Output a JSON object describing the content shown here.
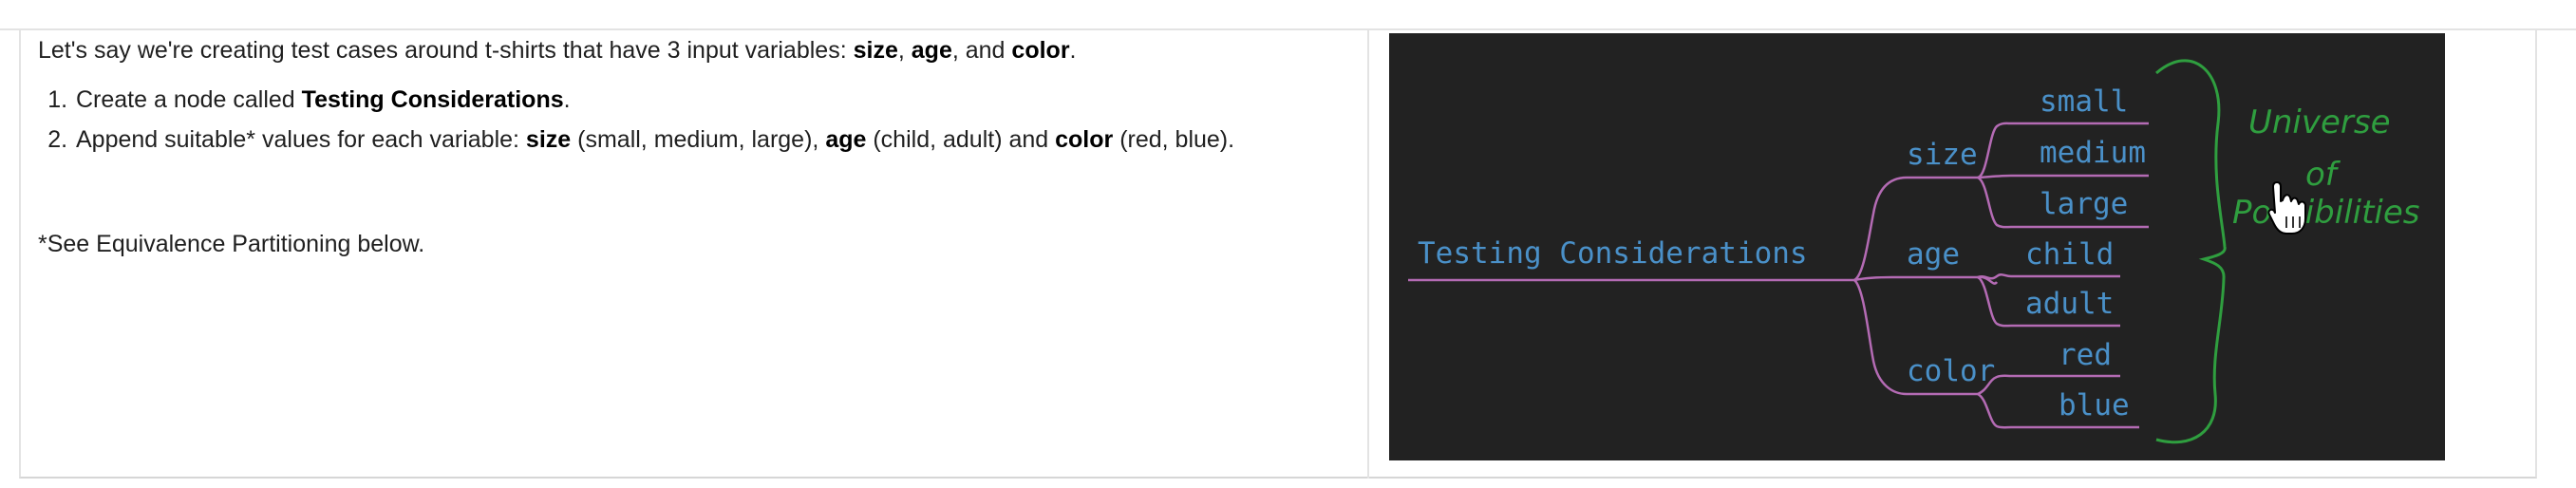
{
  "left": {
    "intro_text": "Let's say we're creating test cases around t-shirts that have 3 input variables: ",
    "var_size": "size",
    "sep1": ", ",
    "var_age": "age",
    "sep2": ", and ",
    "var_color": "color",
    "end": ".",
    "steps": [
      {
        "prefix": "Create a node called ",
        "bold": "Testing Considerations",
        "suffix": "."
      },
      {
        "prefix": "Append suitable* values for each variable: ",
        "b1": "size",
        "t1": " (small, medium, large), ",
        "b2": "age",
        "t2": " (child, adult) and ",
        "b3": "color",
        "t3": " (red, blue)."
      }
    ],
    "footnote": "*See Equivalence Partitioning below."
  },
  "mindmap": {
    "root": "Testing Considerations",
    "branches": [
      {
        "label": "size",
        "children": [
          "small",
          "medium",
          "large"
        ]
      },
      {
        "label": "age",
        "children": [
          "child",
          "adult"
        ]
      },
      {
        "label": "color",
        "children": [
          "red",
          "blue"
        ]
      }
    ],
    "annotation": [
      "Universe",
      "of",
      "Possibilities"
    ],
    "colors": {
      "background": "#222222",
      "text": "#4a90c8",
      "lines": "#b46bb4",
      "annotation": "#2f9e3f"
    }
  },
  "icons": {
    "cursor": "hand-pointer-icon"
  }
}
